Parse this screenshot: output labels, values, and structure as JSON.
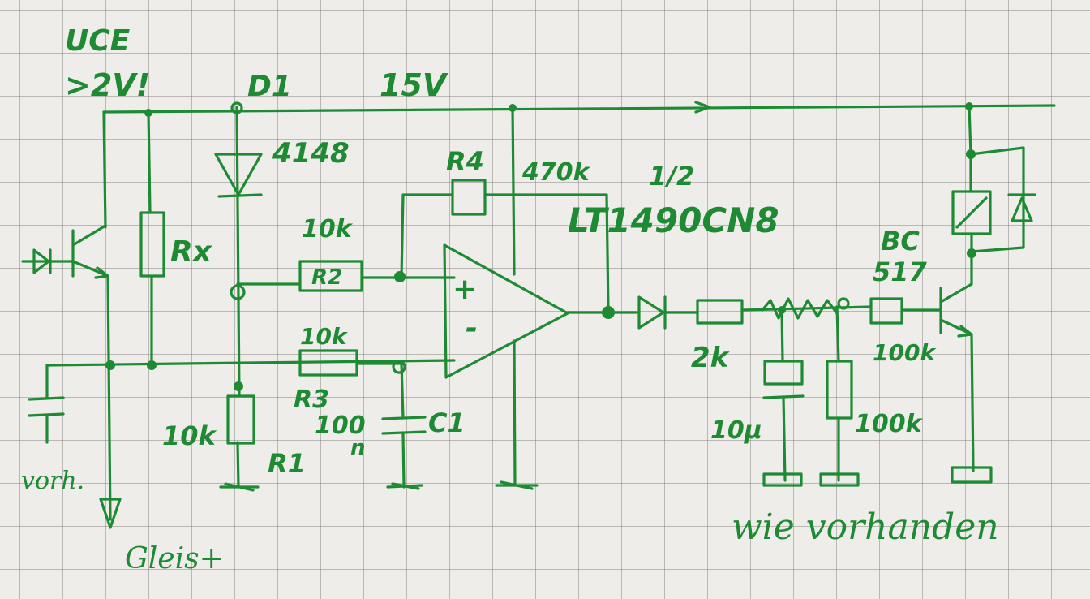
{
  "labels": {
    "uce": "UCE",
    "uce_note": ">2V!",
    "d1": "D1",
    "supply": "15V",
    "diode_type": "4148",
    "r4": "R4",
    "r4_value": "470k",
    "half": "1/2",
    "opamp_type": "LT1490CN8",
    "r2_value": "10k",
    "r2": "R2",
    "r3_value": "10k",
    "r3": "R3",
    "rx": "Rx",
    "r1_value": "10k",
    "r1": "R1",
    "c1_value": "100",
    "c1_unit": "n",
    "c1": "C1",
    "plus": "+",
    "minus": "-",
    "r_2k": "2k",
    "cap_10u": "10μ",
    "r_100k_pulldown": "100k",
    "bc": "BC",
    "bc_type": "517",
    "r_100k_base": "100k",
    "vorh": "vorh.",
    "gleis": "Gleis+",
    "wie_vorhanden": "wie vorhanden"
  }
}
